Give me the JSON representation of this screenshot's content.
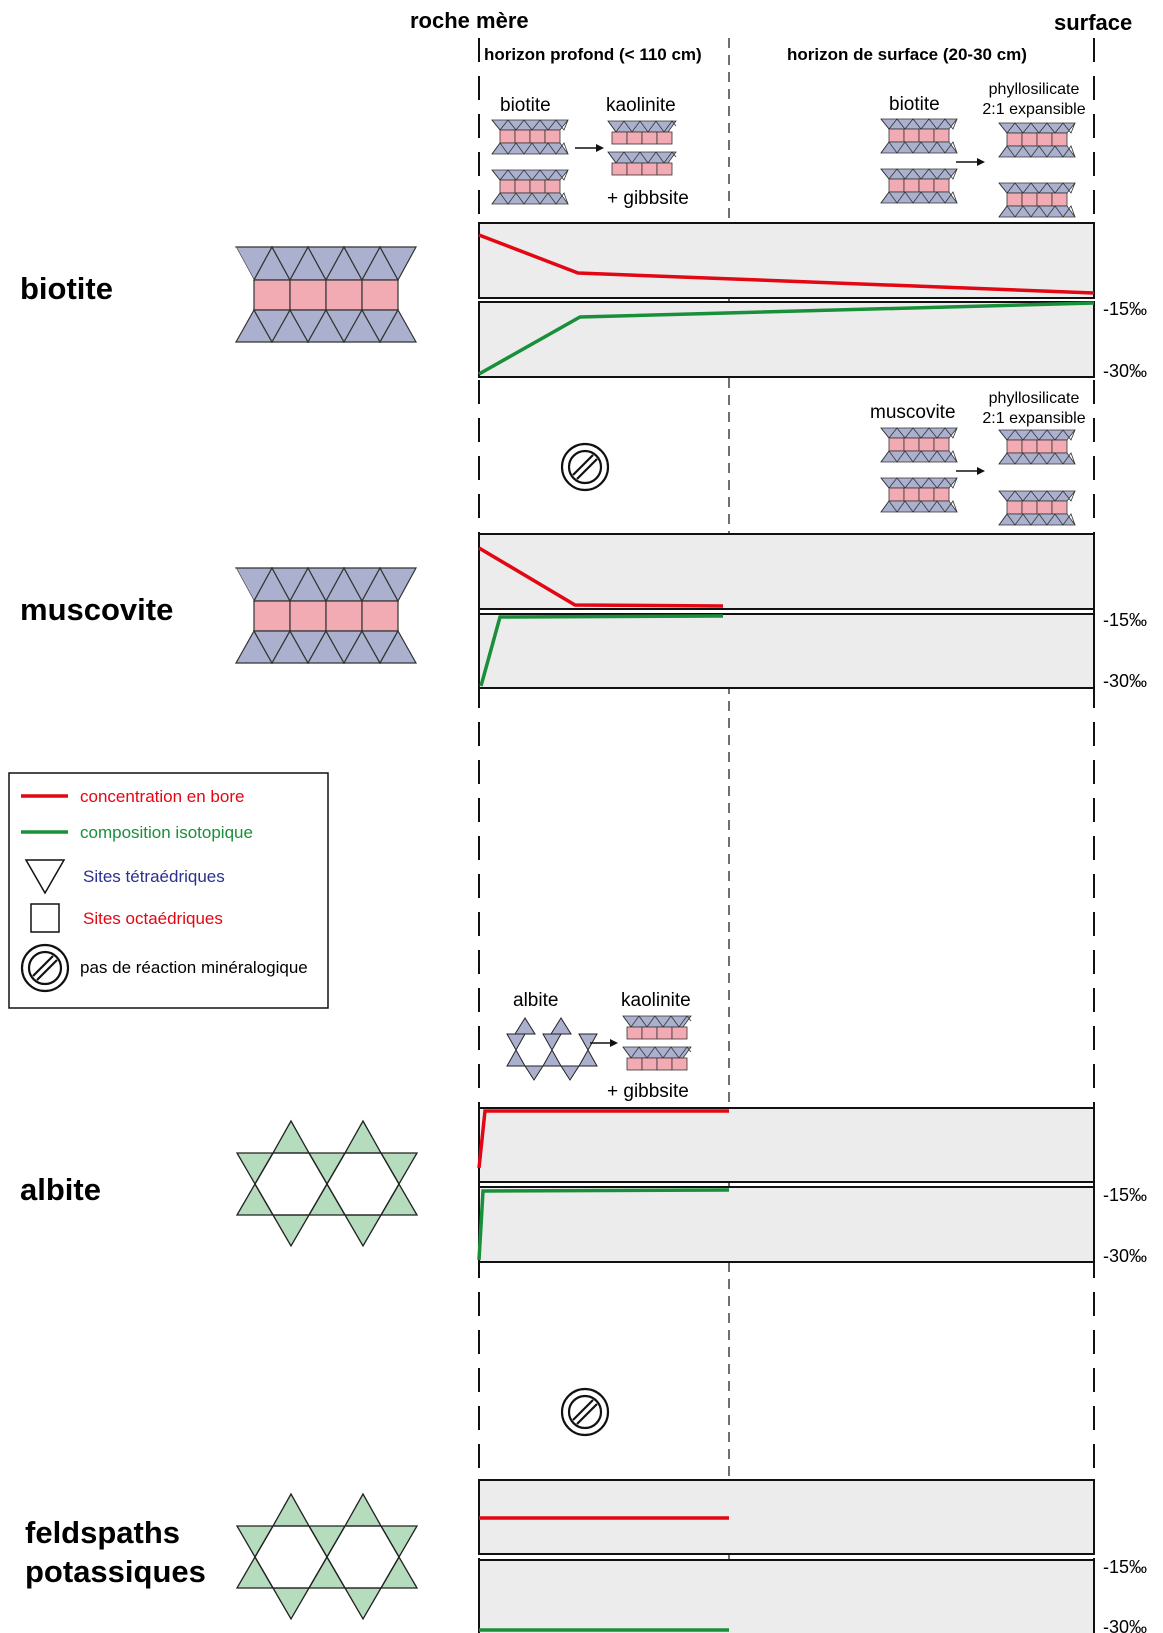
{
  "headers": {
    "parent_rock": "roche mère",
    "surface": "surface",
    "deep_horizon": "horizon profond (< 110 cm)",
    "surface_horizon": "horizon de surface (20-30 cm)"
  },
  "colors": {
    "boron": "#e30613",
    "isotope": "#1a8f3a",
    "tetra_fill": "#aab0cd",
    "octa_fill": "#f2aab3",
    "feldspar_fill": "#b5dcbc",
    "panel_fill": "#ececec"
  },
  "minerals": [
    {
      "name": "biotite",
      "deep_reaction": {
        "reactant": "biotite",
        "product": "kaolinite",
        "extra": "+ gibbsite"
      },
      "surface_reaction": {
        "reactant": "biotite",
        "product_line1": "phyllosilicate",
        "product_line2": "2:1 expansible"
      },
      "isotope_ticks": [
        "-15‰",
        "-30‰"
      ]
    },
    {
      "name": "muscovite",
      "deep_reaction": {
        "no_reaction": true
      },
      "surface_reaction": {
        "reactant": "muscovite",
        "product_line1": "phyllosilicate",
        "product_line2": "2:1 expansible"
      },
      "isotope_ticks": [
        "-15‰",
        "-30‰"
      ]
    },
    {
      "name": "albite",
      "deep_reaction": {
        "reactant": "albite",
        "product": "kaolinite",
        "extra": "+ gibbsite"
      },
      "isotope_ticks": [
        "-15‰",
        "-30‰"
      ]
    },
    {
      "name_line1": "feldspaths",
      "name_line2": "potassiques",
      "deep_reaction": {
        "no_reaction": true
      },
      "isotope_ticks": [
        "-15‰",
        "-30‰"
      ]
    }
  ],
  "legend": {
    "boron": "concentration en bore",
    "isotope": "composition isotopique",
    "tetra": "Sites tétraédriques",
    "octa": "Sites octaédriques",
    "no_reaction": "pas de réaction minéralogique"
  }
}
